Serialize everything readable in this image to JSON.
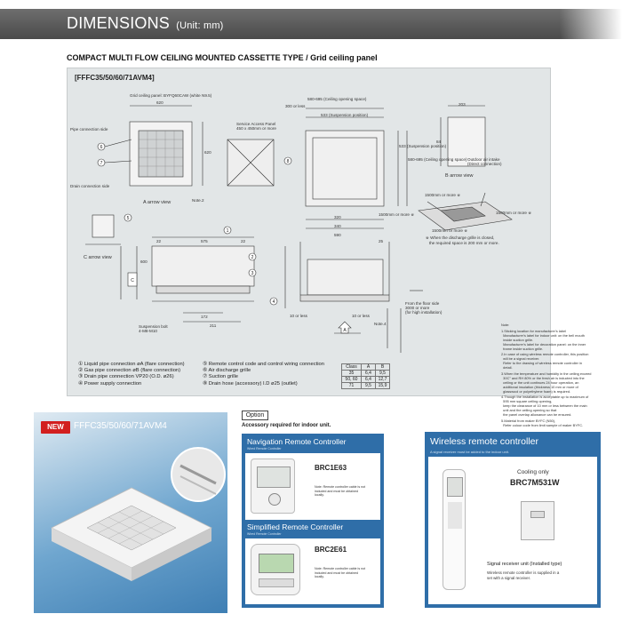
{
  "header": {
    "title": "DIMENSIONS",
    "unit": "(Unit: mm)"
  },
  "subtitle": "COMPACT MULTI FLOW CEILING MOUNTED CASSETTE TYPE / Grid ceiling panel",
  "drawing": {
    "model_code": "[FFFC35/50/60/71AVM4]",
    "grid_panel": "Grid ceiling panel: BYFQ60CAW (white N9.5)",
    "labels": {
      "pipe_connection_side": "Pipe connection side",
      "drain_connection_side": "Drain connection side",
      "a_arrow_view": "A arrow view",
      "note2": "Note.2",
      "service_access_panel": "Service Access Panel\n450 x 450mm or more",
      "b_arrow_view": "B arrow view",
      "c_arrow_view": "C arrow view",
      "outdoor_air_intake": "Outdoor air intake\n(Direct connection)",
      "suspension_bolt": "Suspension bolt\n4-M8-M10",
      "note4": "Note.4",
      "clearance_1500_a": "1500mm or more ※",
      "clearance_1500_b": "1500mm or more ※",
      "clearance_1500_c": "1500mm or more ※",
      "clearance_1500_d": "1500mm or more ※",
      "discharge_note": "※ When the discharge grille is closed,\n   the required space is 200 mm or more.",
      "floor_side": "From the floor side\n3000 or more\n(for high installation)",
      "clearance_10": "10 or less",
      "clearance_10b": "10 or less"
    },
    "dims": [
      "620",
      "620",
      "300 or less",
      "580-695 (Ceiling opening space)",
      "533 (Suspension position)",
      "533 (Suspension position)",
      "580-695 (Ceiling opening space)",
      "320",
      "340",
      "590",
      "575",
      "211",
      "172",
      "600",
      "203",
      "84",
      "22",
      "22",
      "25"
    ]
  },
  "legend": {
    "left": [
      "① Liquid pipe connection øA (flare connection)",
      "② Gas pipe connection øB (flare connection)",
      "③ Drain pipe connection VP20 (O.D. ø26)",
      "④ Power supply connection"
    ],
    "right": [
      "⑤ Remote control code and control wiring connection",
      "⑥ Air discharge grille",
      "⑦ Suction grille",
      "⑧ Drain hose (accessory) I.D ø25 (outlet)"
    ]
  },
  "dim_table": {
    "headers": [
      "Class",
      "A",
      "B"
    ],
    "rows": [
      [
        "35",
        "6,4",
        "9,5"
      ],
      [
        "50, 60",
        "6,4",
        "12,7"
      ],
      [
        "71",
        "9,5",
        "15,9"
      ]
    ]
  },
  "notes": [
    "Note:",
    "1.Sticking location for manufacturer's label\n  Manufacturer's label for indoor unit: on the bell mouth\n  inside suction grille.\n  Manufacturer's label for decoration panel: on the inner\n  frame inside suction grille.",
    "2.In case of using wireless remote controller, this position\n  will be a signal receiver.\n  Refer to the drawing of wireless remote controller in\n  detail.",
    "3.When the temperature and humidity in the ceiling exceed\n  30C° and RH 80% or the fresh air is inducted into the\n  ceiling or the unit continues 24 hour operation, an\n  additional insulation (thickness 10 mm or more of\n  glasswool or polyethylene foam) is required.",
    "4.Though the installation is acceptable up to maximum of\n  595 mm square ceiling opening,\n  keep the clearance of 10 mm or less between the main\n  unit and the ceiling opening so that\n  the panel overlap allowance can be ensured.",
    "5.Material from maker BYFC (N50),\n  Refer colour code from limit sample of maker BYFC."
  ],
  "product": {
    "badge": "NEW",
    "name": "FFFC35/50/60/71AVM4"
  },
  "option": {
    "tag": "Option",
    "subtitle": "Accessory required for indoor unit.",
    "navigation": {
      "title": "Navigation Remote Controller",
      "small": "Wired Remote Controller",
      "model": "BRC1E63",
      "note": "Note: Remote controller cable is not\nincluded and must be obtained\nlocally."
    },
    "simplified": {
      "title": "Simplified Remote Controller",
      "small": "Wired Remote Controller",
      "model": "BRC2E61",
      "note": "Note: Remote controller cable is not\nincluded and must be obtained\nlocally."
    }
  },
  "wireless": {
    "title": "Wireless remote controller",
    "small": "A signal receiver must be added to the indoor unit.",
    "cooling_only": "Cooling only",
    "model": "BRC7M531W",
    "receiver_title": "Signal receiver unit (Installed type)",
    "receiver_note": "Wireless remote controller is supplied in a\nset with a signal receiver."
  },
  "colors": {
    "header_bg": "#5a5a5a",
    "drawing_bg": "#e2e6e7",
    "panel_blue": "#2f6ea8",
    "new_red": "#d21f1f"
  }
}
